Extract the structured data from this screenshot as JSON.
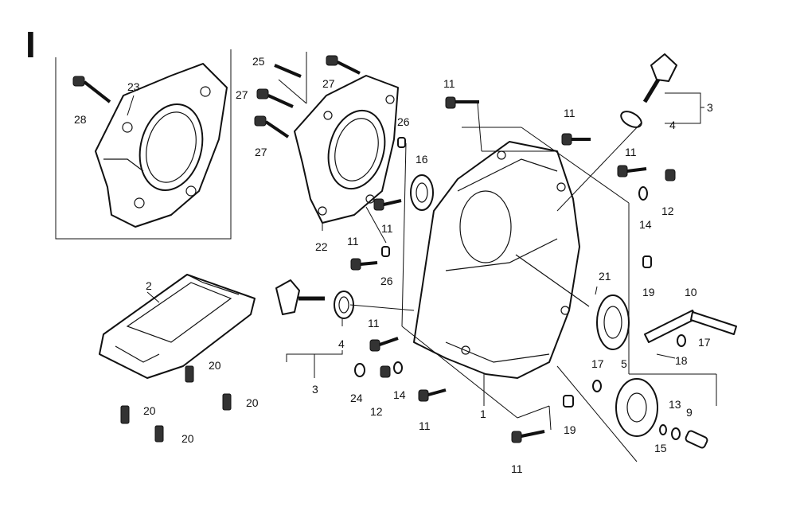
{
  "section_mark": "I",
  "callouts": {
    "c1": "1",
    "c2": "2",
    "c3a": "3",
    "c3b": "3",
    "c4a": "4",
    "c4b": "4",
    "c5": "5",
    "c9": "9",
    "c10": "10",
    "c11a": "11",
    "c11b": "11",
    "c11c": "11",
    "c11d": "11",
    "c11e": "11",
    "c11f": "11",
    "c11g": "11",
    "c11h": "11",
    "c12a": "12",
    "c12b": "12",
    "c13": "13",
    "c14a": "14",
    "c14b": "14",
    "c15": "15",
    "c16": "16",
    "c17a": "17",
    "c17b": "17",
    "c18": "18",
    "c19a": "19",
    "c19b": "19",
    "c20a": "20",
    "c20b": "20",
    "c20c": "20",
    "c20d": "20",
    "c21": "21",
    "c22": "22",
    "c23": "23",
    "c24": "24",
    "c25": "25",
    "c26a": "26",
    "c26b": "26",
    "c27a": "27",
    "c27b": "27",
    "c27c": "27",
    "c28": "28"
  }
}
